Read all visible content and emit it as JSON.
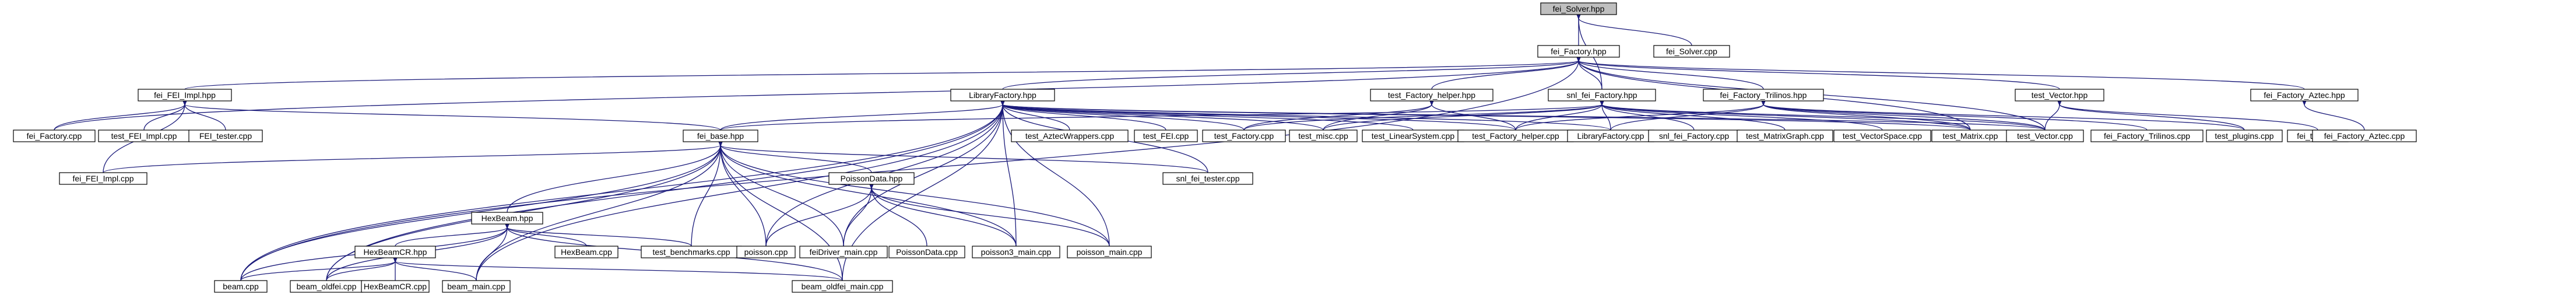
{
  "diagram": {
    "title": "",
    "colors": {
      "edge": "#1a1a7a",
      "root_fill": "#bfbfbf",
      "node_fill": "#ffffff",
      "border": "#000000"
    },
    "nodes": [
      {
        "id": "fei_Solver.hpp",
        "root": true
      },
      {
        "id": "fei_Factory.hpp"
      },
      {
        "id": "fei_Solver.cpp"
      },
      {
        "id": "fei_FEI_Impl.hpp"
      },
      {
        "id": "LibraryFactory.hpp"
      },
      {
        "id": "test_Factory_helper.hpp"
      },
      {
        "id": "snl_fei_Factory.hpp"
      },
      {
        "id": "fei_Factory_Trilinos.hpp"
      },
      {
        "id": "test_Vector.hpp"
      },
      {
        "id": "fei_Factory_Aztec.hpp"
      },
      {
        "id": "fei_Factory.cpp"
      },
      {
        "id": "test_FEI_Impl.cpp"
      },
      {
        "id": "FEI_tester.cpp"
      },
      {
        "id": "fei_base.hpp"
      },
      {
        "id": "test_AztecWrappers.cpp"
      },
      {
        "id": "test_FEI.cpp"
      },
      {
        "id": "test_Factory.cpp"
      },
      {
        "id": "test_misc.cpp"
      },
      {
        "id": "test_LinearSystem.cpp"
      },
      {
        "id": "test_Factory_helper.cpp"
      },
      {
        "id": "LibraryFactory.cpp"
      },
      {
        "id": "snl_fei_Factory.cpp"
      },
      {
        "id": "test_MatrixGraph.cpp"
      },
      {
        "id": "test_VectorSpace.cpp"
      },
      {
        "id": "test_Matrix.cpp"
      },
      {
        "id": "test_Vector.cpp"
      },
      {
        "id": "fei_Factory_Trilinos.cpp"
      },
      {
        "id": "test_plugins.cpp"
      },
      {
        "id": "fei_test.cpp"
      },
      {
        "id": "fei_Factory_Aztec.cpp"
      },
      {
        "id": "fei_FEI_Impl.cpp"
      },
      {
        "id": "PoissonData.hpp"
      },
      {
        "id": "snl_fei_tester.cpp"
      },
      {
        "id": "HexBeam.hpp"
      },
      {
        "id": "HexBeam.cpp"
      },
      {
        "id": "test_benchmarks.cpp"
      },
      {
        "id": "poisson.cpp"
      },
      {
        "id": "feiDriver_main.cpp"
      },
      {
        "id": "PoissonData.cpp"
      },
      {
        "id": "poisson3_main.cpp"
      },
      {
        "id": "poisson_main.cpp"
      },
      {
        "id": "HexBeamCR.hpp"
      },
      {
        "id": "beam.cpp"
      },
      {
        "id": "beam_oldfei.cpp"
      },
      {
        "id": "HexBeamCR.cpp"
      },
      {
        "id": "beam_main.cpp"
      },
      {
        "id": "beam_oldfei_main.cpp"
      }
    ],
    "edges": [
      [
        "fei_Solver.hpp",
        "fei_Factory.hpp"
      ],
      [
        "fei_Solver.hpp",
        "fei_Solver.cpp"
      ],
      [
        "fei_Solver.hpp",
        "snl_fei_Factory.hpp"
      ],
      [
        "fei_Factory.hpp",
        "fei_Factory.cpp"
      ],
      [
        "fei_Factory.hpp",
        "fei_FEI_Impl.hpp"
      ],
      [
        "fei_Factory.hpp",
        "LibraryFactory.hpp"
      ],
      [
        "fei_Factory.hpp",
        "test_Factory_helper.hpp"
      ],
      [
        "fei_Factory.hpp",
        "snl_fei_Factory.hpp"
      ],
      [
        "fei_Factory.hpp",
        "fei_Factory_Trilinos.hpp"
      ],
      [
        "fei_Factory.hpp",
        "test_Vector.hpp"
      ],
      [
        "fei_Factory.hpp",
        "fei_Factory_Aztec.hpp"
      ],
      [
        "fei_Factory.hpp",
        "test_Matrix.cpp"
      ],
      [
        "fei_Factory.hpp",
        "test_Vector.cpp"
      ],
      [
        "fei_Factory.hpp",
        "beam.cpp"
      ],
      [
        "fei_FEI_Impl.hpp",
        "fei_Factory.cpp"
      ],
      [
        "fei_FEI_Impl.hpp",
        "test_FEI_Impl.cpp"
      ],
      [
        "fei_FEI_Impl.hpp",
        "FEI_tester.cpp"
      ],
      [
        "fei_FEI_Impl.hpp",
        "fei_FEI_Impl.cpp"
      ],
      [
        "fei_FEI_Impl.hpp",
        "fei_base.hpp"
      ],
      [
        "LibraryFactory.hpp",
        "fei_base.hpp"
      ],
      [
        "LibraryFactory.hpp",
        "test_AztecWrappers.cpp"
      ],
      [
        "LibraryFactory.hpp",
        "test_FEI.cpp"
      ],
      [
        "LibraryFactory.hpp",
        "test_Factory.cpp"
      ],
      [
        "LibraryFactory.hpp",
        "test_misc.cpp"
      ],
      [
        "LibraryFactory.hpp",
        "test_LinearSystem.cpp"
      ],
      [
        "LibraryFactory.hpp",
        "test_Factory_helper.cpp"
      ],
      [
        "LibraryFactory.hpp",
        "LibraryFactory.cpp"
      ],
      [
        "LibraryFactory.hpp",
        "test_Matrix.cpp"
      ],
      [
        "LibraryFactory.hpp",
        "test_Vector.cpp"
      ],
      [
        "LibraryFactory.hpp",
        "poisson.cpp"
      ],
      [
        "LibraryFactory.hpp",
        "feiDriver_main.cpp"
      ],
      [
        "LibraryFactory.hpp",
        "poisson3_main.cpp"
      ],
      [
        "LibraryFactory.hpp",
        "poisson_main.cpp"
      ],
      [
        "LibraryFactory.hpp",
        "beam.cpp"
      ],
      [
        "LibraryFactory.hpp",
        "beam_oldfei.cpp"
      ],
      [
        "LibraryFactory.hpp",
        "beam_main.cpp"
      ],
      [
        "LibraryFactory.hpp",
        "beam_oldfei_main.cpp"
      ],
      [
        "LibraryFactory.hpp",
        "snl_fei_tester.cpp"
      ],
      [
        "test_Factory_helper.hpp",
        "test_Factory.cpp"
      ],
      [
        "test_Factory_helper.hpp",
        "test_misc.cpp"
      ],
      [
        "test_Factory_helper.hpp",
        "test_Factory_helper.cpp"
      ],
      [
        "snl_fei_Factory.hpp",
        "fei_base.hpp"
      ],
      [
        "snl_fei_Factory.hpp",
        "test_Factory.cpp"
      ],
      [
        "snl_fei_Factory.hpp",
        "test_misc.cpp"
      ],
      [
        "snl_fei_Factory.hpp",
        "test_Factory_helper.cpp"
      ],
      [
        "snl_fei_Factory.hpp",
        "LibraryFactory.cpp"
      ],
      [
        "snl_fei_Factory.hpp",
        "snl_fei_Factory.cpp"
      ],
      [
        "snl_fei_Factory.hpp",
        "test_MatrixGraph.cpp"
      ],
      [
        "snl_fei_Factory.hpp",
        "test_VectorSpace.cpp"
      ],
      [
        "snl_fei_Factory.hpp",
        "test_Matrix.cpp"
      ],
      [
        "snl_fei_Factory.hpp",
        "test_Vector.cpp"
      ],
      [
        "fei_Factory_Trilinos.hpp",
        "test_Factory_helper.cpp"
      ],
      [
        "fei_Factory_Trilinos.hpp",
        "LibraryFactory.cpp"
      ],
      [
        "fei_Factory_Trilinos.hpp",
        "test_Matrix.cpp"
      ],
      [
        "fei_Factory_Trilinos.hpp",
        "test_Vector.cpp"
      ],
      [
        "fei_Factory_Trilinos.hpp",
        "fei_Factory_Trilinos.cpp"
      ],
      [
        "fei_Factory_Trilinos.hpp",
        "test_plugins.cpp"
      ],
      [
        "test_Vector.hpp",
        "test_Vector.cpp"
      ],
      [
        "test_Vector.hpp",
        "test_plugins.cpp"
      ],
      [
        "test_Vector.hpp",
        "fei_test.cpp"
      ],
      [
        "fei_Factory_Aztec.hpp",
        "fei_Factory_Aztec.cpp"
      ],
      [
        "fei_base.hpp",
        "fei_FEI_Impl.cpp"
      ],
      [
        "fei_base.hpp",
        "PoissonData.hpp"
      ],
      [
        "fei_base.hpp",
        "snl_fei_tester.cpp"
      ],
      [
        "fei_base.hpp",
        "HexBeam.hpp"
      ],
      [
        "fei_base.hpp",
        "test_benchmarks.cpp"
      ],
      [
        "fei_base.hpp",
        "poisson.cpp"
      ],
      [
        "fei_base.hpp",
        "feiDriver_main.cpp"
      ],
      [
        "fei_base.hpp",
        "poisson3_main.cpp"
      ],
      [
        "fei_base.hpp",
        "poisson_main.cpp"
      ],
      [
        "fei_base.hpp",
        "beam.cpp"
      ],
      [
        "fei_base.hpp",
        "beam_oldfei.cpp"
      ],
      [
        "fei_base.hpp",
        "beam_main.cpp"
      ],
      [
        "fei_base.hpp",
        "beam_oldfei_main.cpp"
      ],
      [
        "PoissonData.hpp",
        "poisson.cpp"
      ],
      [
        "PoissonData.hpp",
        "feiDriver_main.cpp"
      ],
      [
        "PoissonData.hpp",
        "PoissonData.cpp"
      ],
      [
        "PoissonData.hpp",
        "poisson3_main.cpp"
      ],
      [
        "PoissonData.hpp",
        "poisson_main.cpp"
      ],
      [
        "HexBeam.hpp",
        "HexBeam.cpp"
      ],
      [
        "HexBeam.hpp",
        "test_benchmarks.cpp"
      ],
      [
        "HexBeam.hpp",
        "HexBeamCR.hpp"
      ],
      [
        "HexBeam.hpp",
        "beam.cpp"
      ],
      [
        "HexBeam.hpp",
        "beam_oldfei.cpp"
      ],
      [
        "HexBeam.hpp",
        "beam_main.cpp"
      ],
      [
        "HexBeam.hpp",
        "beam_oldfei_main.cpp"
      ],
      [
        "HexBeamCR.hpp",
        "beam.cpp"
      ],
      [
        "HexBeamCR.hpp",
        "beam_oldfei.cpp"
      ],
      [
        "HexBeamCR.hpp",
        "HexBeamCR.cpp"
      ],
      [
        "HexBeamCR.hpp",
        "beam_main.cpp"
      ],
      [
        "HexBeamCR.hpp",
        "beam_oldfei_main.cpp"
      ]
    ]
  }
}
